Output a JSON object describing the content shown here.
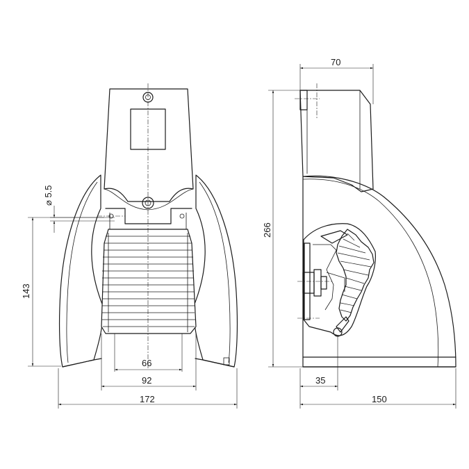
{
  "dimensions": {
    "front_width_total": "172",
    "front_inner_width": "92",
    "front_pedal_width": "66",
    "front_height": "143",
    "front_hole_diameter": "⌀ 5.5",
    "side_width_total": "150",
    "side_top_width": "70",
    "side_height": "266",
    "side_pedal_offset": "35"
  },
  "colors": {
    "line": "#1a1a1a",
    "background": "#ffffff"
  }
}
